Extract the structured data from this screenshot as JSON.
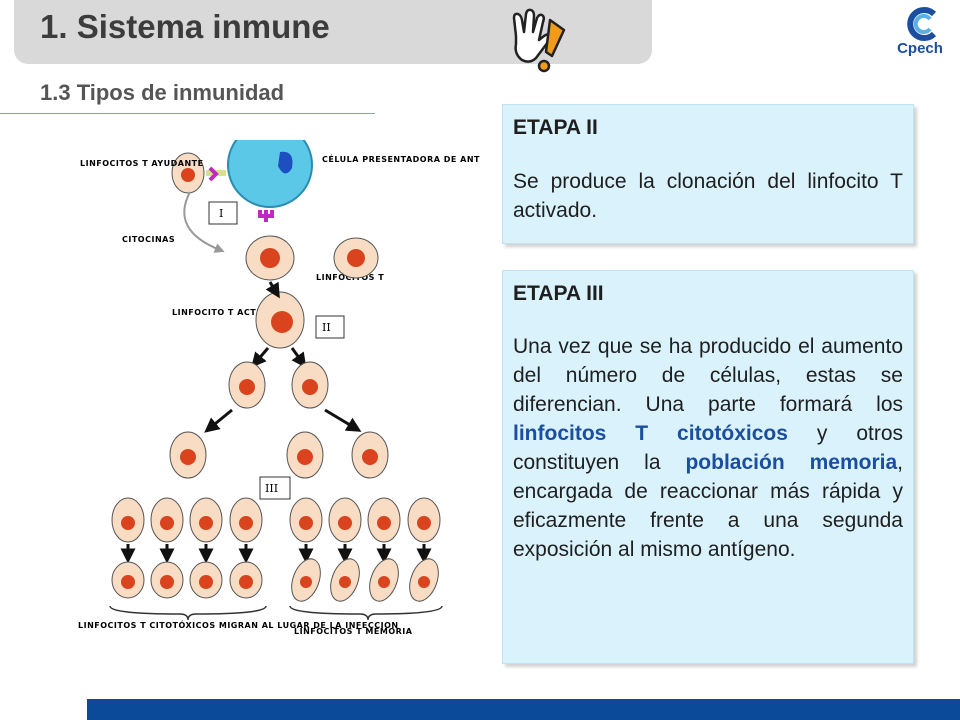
{
  "header": {
    "title": "1. Sistema inmune",
    "subtitle": "1.3 Tipos de inmunidad",
    "logo_text": "Cpech"
  },
  "colors": {
    "title_bar": "#d9d9d9",
    "box_bg": "#d9f2fc",
    "highlight": "#1a4ea0",
    "footer": "#0b4a99"
  },
  "icons": [
    "hand-icon",
    "cpech-logo-icon"
  ],
  "diagram": {
    "labels": {
      "linfocitos_t_ayudante": "LINFOCITOS T AYUDANTE",
      "celula_presentadora": "CÉLULA PRESENTADORA DE ANTIGENOS",
      "citocinas": "CITOCINAS",
      "linfocitos_t": "LINFOCITOS T",
      "linfocito_t_activado": "LINFOCITO T ACTIVADO",
      "stage_1": "I",
      "stage_2": "II",
      "stage_3": "III",
      "citotoxicos": "LINFOCITOS T CITOTÓXICOS MIGRAN AL LUGAR DE LA INFECCION",
      "memoria": "LINFOCITOS T MEMORIA"
    }
  },
  "etapa2": {
    "title": "ETAPA II",
    "text": "Se produce la clonación del linfocito T activado."
  },
  "etapa3": {
    "title": "ETAPA  III",
    "text_1": "Una vez que se ha producido el aumento del número de células, estas se diferencian. Una parte formará los ",
    "highlight_1": "linfocitos T citotóxicos",
    "text_2": " y otros constituyen la ",
    "highlight_2": "población memoria",
    "text_3": ", encargada de reaccionar más rápida y eficazmente frente a una segunda exposición al mismo antígeno."
  }
}
